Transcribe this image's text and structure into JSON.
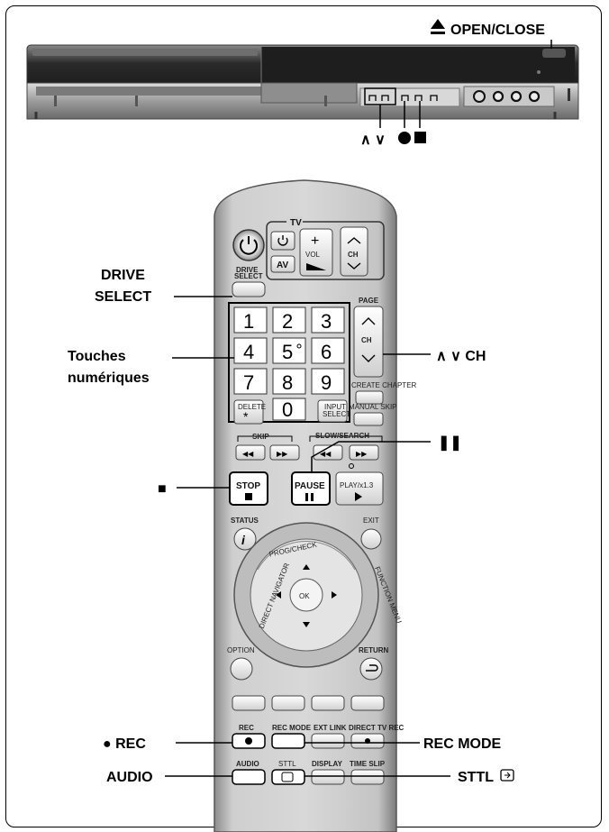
{
  "device_labels": {
    "open_close": "OPEN/CLOSE",
    "chanel_stop_front": "■",
    "rec_dot_front": "●",
    "updown_front": "∧ ∨"
  },
  "callouts": {
    "drive_select": [
      "DRIVE",
      "SELECT"
    ],
    "numeric": [
      "Touches",
      "numériques"
    ],
    "ch": "∧ ∨ CH",
    "pause": "❚❚",
    "stop": "■",
    "rec": "● REC",
    "rec_mode": "REC MODE",
    "audio": "AUDIO",
    "sttl": "STTL"
  },
  "remote": {
    "tv": "TV",
    "vol": "VOL",
    "ch": "CH",
    "av": "AV",
    "drive_select": [
      "DRIVE",
      "SELECT"
    ],
    "page": "PAGE",
    "digits": [
      "1",
      "2",
      "3",
      "4",
      "5",
      "6",
      "7",
      "8",
      "9",
      "0"
    ],
    "create_chapter": "CREATE CHAPTER",
    "delete": "DELETE",
    "input_select": [
      "INPUT",
      "SELECT"
    ],
    "manual_skip": "MANUAL SKIP",
    "skip": "SKIP",
    "slow_search": "SLOW/SEARCH",
    "stop": "STOP",
    "pause": "PAUSE",
    "play": "PLAY/x1.3",
    "status": "STATUS",
    "exit": "EXIT",
    "prog_check": "PROG/CHECK",
    "direct_navigator": "DIRECT NAVIGATOR",
    "function_menu": "FUNCTION MENU",
    "ok": "OK",
    "option": "OPTION",
    "return": "RETURN",
    "rec": "REC",
    "rec_mode": "REC MODE",
    "ext_link": "EXT LINK",
    "direct_tv_rec": "DIRECT TV REC",
    "audio": "AUDIO",
    "sttl": "STTL",
    "display": "DISPLAY",
    "time_slip": "TIME SLIP"
  }
}
